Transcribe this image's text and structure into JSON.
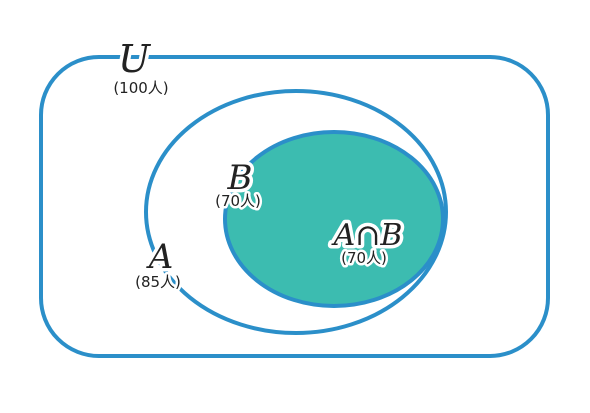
{
  "colors": {
    "outline": "#2b8fc9",
    "intersection_fill": "#3cbcb0",
    "text": "#222222",
    "background": "#ffffff"
  },
  "sets": {
    "universe": {
      "symbol": "U",
      "count_label": "(100人)"
    },
    "a": {
      "symbol": "A",
      "count_label": "(85人)"
    },
    "b": {
      "symbol": "B",
      "count_label": "(70人)"
    },
    "a_and_b": {
      "symbol": "A∩B",
      "count_label": "(70人)"
    }
  }
}
